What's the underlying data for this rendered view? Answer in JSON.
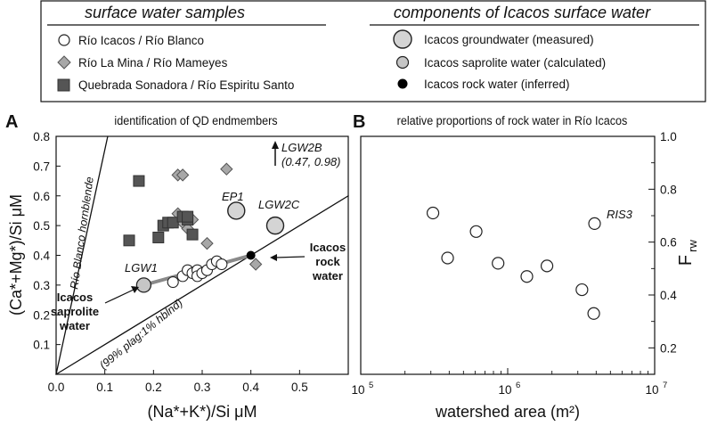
{
  "legend": {
    "left_header": "surface water samples",
    "right_header": "components of Icacos surface water",
    "left_items": [
      {
        "label": "Río Icacos / Río Blanco",
        "marker": "circle-open"
      },
      {
        "label": "Río La Mina / Río Mameyes",
        "marker": "diamond-lightgray"
      },
      {
        "label": "Quebrada Sonadora / Río Espiritu Santo",
        "marker": "square-darkgray"
      }
    ],
    "right_items": [
      {
        "label": "Icacos groundwater (measured)",
        "marker": "circle-large-lightgray"
      },
      {
        "label": "Icacos saprolite water (calculated)",
        "marker": "circle-medium-lightgray"
      },
      {
        "label": "Icacos rock water (inferred)",
        "marker": "circle-black"
      }
    ]
  },
  "panel_a": {
    "letter": "A",
    "title": "identification of QD endmembers",
    "xlabel": "(Na*+K*)/Si μM",
    "ylabel": "(Ca*+Mg*)/Si μM",
    "line_label_hornblende": "Río Blanco hornblende",
    "line_label_plag": "(99% plag:1% hblnd)",
    "label_lgw2b": "LGW2B",
    "label_lgw2b_coords": "(0.47, 0.98)",
    "label_ep1": "EP1",
    "label_lgw2c": "LGW2C",
    "label_lgw1": "LGW1",
    "rock_water_label": [
      "Icacos",
      "rock",
      "water"
    ],
    "saprolite_water_label": [
      "Icacos",
      "saprolite",
      "water"
    ]
  },
  "panel_b": {
    "letter": "B",
    "title": "relative proportions of rock water in Río Icacos",
    "xlabel": "watershed area (m²)",
    "ylabel": "F",
    "ylabel_sub": "rw",
    "label_ris3": "RIS3",
    "xtick_labels": [
      {
        "base": "10",
        "exp": "5",
        "value": 5
      },
      {
        "base": "10",
        "exp": "6",
        "value": 6
      },
      {
        "base": "10",
        "exp": "7",
        "value": 7
      }
    ]
  },
  "colors": {
    "open_circle": "#ffffff",
    "diamond": "#a8a8a8",
    "square": "#555555",
    "groundwater": "#d4d4d4",
    "saprolite": "#c6c6c6",
    "rock_water": "#000000",
    "mixing_line": "#8a8a8a"
  },
  "chart_data": [
    {
      "type": "scatter",
      "panel": "A",
      "xlim": [
        0,
        0.6
      ],
      "ylim": [
        0,
        0.8
      ],
      "xticks": [
        0.0,
        0.1,
        0.2,
        0.3,
        0.4,
        0.5
      ],
      "yticks": [
        0.1,
        0.2,
        0.3,
        0.4,
        0.5,
        0.6,
        0.7,
        0.8
      ],
      "xtick_labels": [
        "0.0",
        "0.1",
        "0.2",
        "0.3",
        "0.4",
        "0.5"
      ],
      "ytick_labels": [
        "0.1",
        "0.2",
        "0.3",
        "0.4",
        "0.5",
        "0.6",
        "0.7",
        "0.8"
      ],
      "series": [
        {
          "name": "Río Icacos / Río Blanco",
          "marker": "circle-open",
          "points": [
            [
              0.24,
              0.31
            ],
            [
              0.26,
              0.33
            ],
            [
              0.27,
              0.35
            ],
            [
              0.28,
              0.34
            ],
            [
              0.29,
              0.35
            ],
            [
              0.29,
              0.33
            ],
            [
              0.3,
              0.34
            ],
            [
              0.31,
              0.35
            ],
            [
              0.32,
              0.37
            ],
            [
              0.33,
              0.38
            ],
            [
              0.34,
              0.37
            ]
          ]
        },
        {
          "name": "Río La Mina / Río Mameyes",
          "marker": "diamond",
          "points": [
            [
              0.25,
              0.67
            ],
            [
              0.26,
              0.67
            ],
            [
              0.35,
              0.69
            ],
            [
              0.25,
              0.54
            ],
            [
              0.26,
              0.51
            ],
            [
              0.27,
              0.49
            ],
            [
              0.28,
              0.52
            ],
            [
              0.31,
              0.44
            ],
            [
              0.41,
              0.37
            ]
          ]
        },
        {
          "name": "Quebrada Sonadora / Río Espiritu Santo",
          "marker": "square",
          "points": [
            [
              0.17,
              0.65
            ],
            [
              0.22,
              0.5
            ],
            [
              0.23,
              0.51
            ],
            [
              0.24,
              0.51
            ],
            [
              0.26,
              0.53
            ],
            [
              0.27,
              0.52
            ],
            [
              0.27,
              0.53
            ],
            [
              0.28,
              0.47
            ],
            [
              0.21,
              0.46
            ],
            [
              0.15,
              0.45
            ]
          ]
        },
        {
          "name": "Icacos groundwater (measured)",
          "marker": "circle-large",
          "points": [
            [
              0.37,
              0.55
            ],
            [
              0.45,
              0.5
            ]
          ]
        },
        {
          "name": "Icacos saprolite water (calculated)",
          "marker": "circle-medium",
          "points": [
            [
              0.18,
              0.3
            ]
          ]
        },
        {
          "name": "Icacos rock water (inferred)",
          "marker": "circle-black",
          "points": [
            [
              0.4,
              0.4
            ]
          ]
        }
      ],
      "lines": [
        {
          "name": "Río Blanco hornblende",
          "from": [
            0,
            0
          ],
          "to": [
            0.106,
            0.8
          ]
        },
        {
          "name": "(99% plag:1% hblnd)",
          "from": [
            0,
            0
          ],
          "to": [
            0.6,
            0.6
          ]
        },
        {
          "name": "mixing",
          "from": [
            0.18,
            0.3
          ],
          "to": [
            0.4,
            0.4
          ]
        }
      ]
    },
    {
      "type": "scatter",
      "panel": "B",
      "x_scale": "log",
      "xlim": [
        100000,
        10000000
      ],
      "ylim": [
        0.1,
        1.0
      ],
      "yticks": [
        0.2,
        0.4,
        0.6,
        0.8,
        1.0
      ],
      "ytick_labels": [
        "0.2",
        "0.4",
        "0.6",
        "0.8",
        "1.0"
      ],
      "points": [
        {
          "x": 310000,
          "y": 0.71
        },
        {
          "x": 390000,
          "y": 0.54
        },
        {
          "x": 610000,
          "y": 0.64
        },
        {
          "x": 860000,
          "y": 0.52
        },
        {
          "x": 1350000,
          "y": 0.47
        },
        {
          "x": 1850000,
          "y": 0.51
        },
        {
          "x": 3200000,
          "y": 0.42
        },
        {
          "x": 3850000,
          "y": 0.33
        },
        {
          "x": 3900000,
          "y": 0.67
        }
      ]
    }
  ]
}
